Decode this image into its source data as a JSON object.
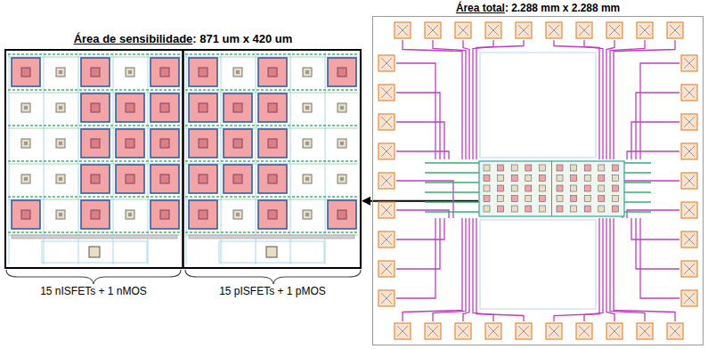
{
  "diagram": {
    "nodes": [
      {
        "text": [
          "Área de sensibilidade",
          ": 871 um x 420 um"
        ]
      },
      {
        "text": [
          "Área total",
          ": 2.288 mm x 2.288 mm"
        ]
      }
    ],
    "edges": [
      {
        "from": 1,
        "to": 0,
        "arrow": "to"
      }
    ],
    "labels": [
      "15 nISFETs + 1 nMOS",
      "15 pISFETs + 1 pMOS"
    ]
  }
}
